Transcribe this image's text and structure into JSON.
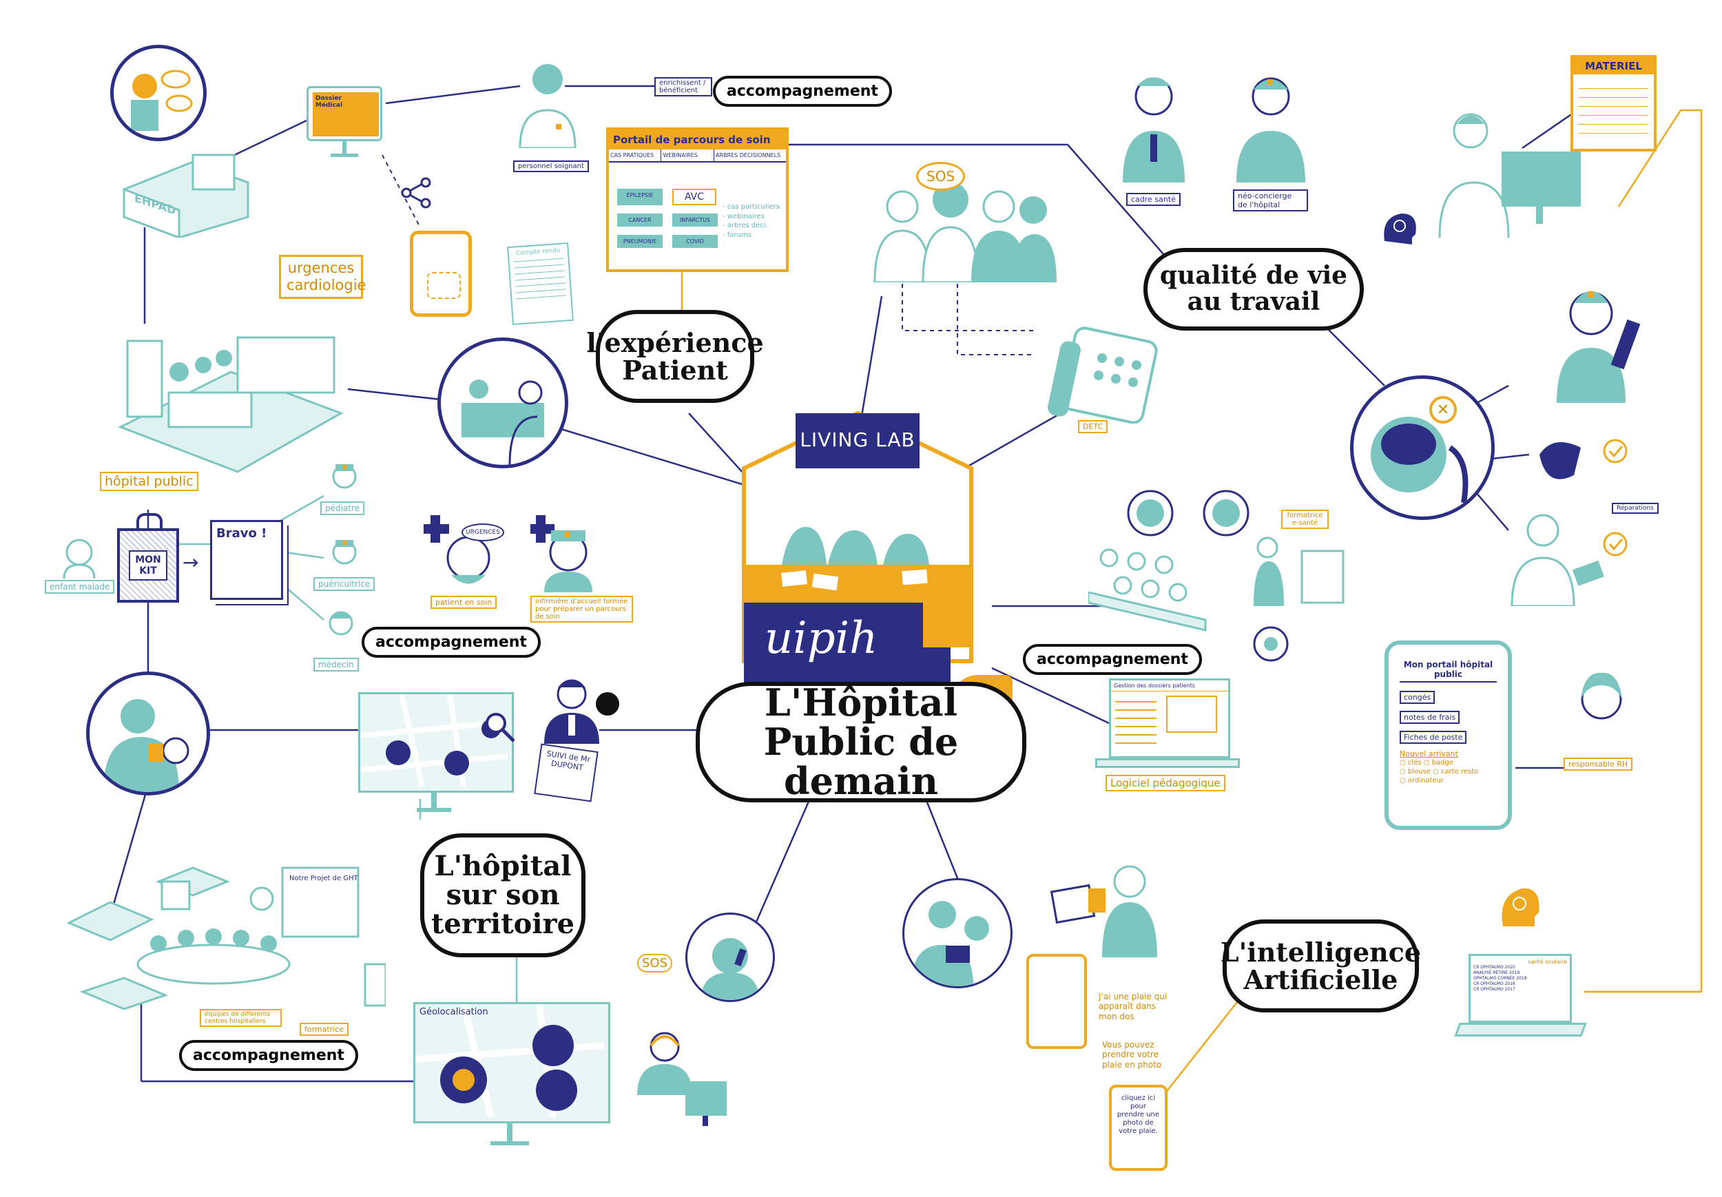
{
  "colors": {
    "navy": "#2b2e83",
    "orange": "#f0a81e",
    "teal": "#7cc6c2",
    "tealdark": "#5fb8b5",
    "black": "#111111"
  },
  "center": {
    "living_lab": "LIVING LAB",
    "brand": "uipih",
    "title_line1": "L'Hôpital",
    "title_line2": "Public de demain"
  },
  "bubbles": {
    "experience": "l'expérience Patient",
    "qualite": "qualité de vie au travail",
    "territoire": "L'hôpital sur son territoire",
    "ia": "L'intelligence Artificielle"
  },
  "accompagnement": [
    "accompagnement",
    "accompagnement",
    "accompagnement",
    "accompagnement"
  ],
  "portail": {
    "title": "Portail de parcours de soin",
    "tabs": [
      "CAS PRATIQUES",
      "WEBINAIRES",
      "ARBRES DECISIONNELS"
    ],
    "rows": [
      [
        "EPILEPSIE",
        "AVC"
      ],
      [
        "CANCER",
        "INFARCTUS"
      ],
      [
        "PNEUMONIE",
        "COVID"
      ]
    ],
    "notes": [
      "- cas particuliers",
      "- webinaires",
      "- arbres déci.",
      "- forums"
    ]
  },
  "enrich": "enrichissent / bénéficient",
  "labels": {
    "personnel": "personnel soignant",
    "dossier": "Dossier Médical",
    "ehpad": "EHPAD",
    "urgences": "urgences cardiologie",
    "hopital_public": "hôpital public",
    "nonkit": "MON KIT",
    "bravo": "Bravo !",
    "enfant": "enfant malade",
    "pediatre": "pédiatre",
    "puericultrice": "puéricultrice",
    "medecin": "médecin",
    "patient_soin": "patient en soin",
    "infirmiere": "infirmière d'accueil formée pour préparer un parcours de soin",
    "urgences_badge": "URGENCES",
    "cadre": "cadre santé",
    "neo": "néo-concierge de l'hôpital",
    "sos": "SOS",
    "detc": "DETC",
    "materiel": "MATERIEL",
    "reparations": "Réparations",
    "formatrice": "formatrice e-santé",
    "logiciel": "Logiciel pédagogique",
    "gestion": "Gestion des dossiers patients",
    "suivi": "SUIVI de Mr DUPONT",
    "geoloc": "Géolocalisation",
    "equipes": "équipes de différents centres hospitaliers",
    "formatrice2": "formatrice",
    "projet": "Notre Projet de GHT",
    "responsable": "responsable RH",
    "compte_rendu": "Compte rendu",
    "cliquez": "cliquez ici pour prendre une photo de votre plaie.",
    "plaie": "J'ai une plaie qui apparaît dans mon dos",
    "vous_pouvez": "Vous pouvez prendre votre plaie en photo",
    "sante_oculaire": "santé oculaire",
    "ophtalmo": [
      "CR OPHTALMO 2020",
      "ANALYSE RÉTINE 2019",
      "OPHTALMO CORNÉE 2018",
      "CR OPHTALMO 2016",
      "CR OPHTALMO 2017"
    ]
  },
  "portail_rh": {
    "title": "Mon portail hôpital public",
    "items": [
      "congés",
      "notes de frais",
      "Fiches de poste"
    ],
    "nouvel": "Nouvel arrivant",
    "checks": [
      "clés",
      "badge",
      "blouse",
      "carte resto",
      "ordinateur"
    ]
  }
}
